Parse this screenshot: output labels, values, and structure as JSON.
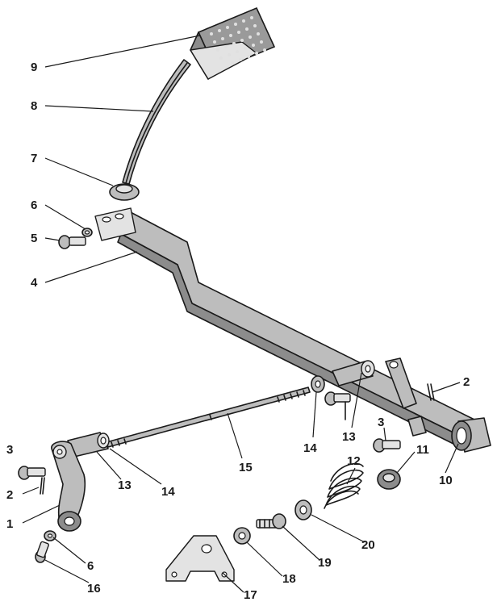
{
  "callouts": [
    {
      "id": "1",
      "text": "1"
    },
    {
      "id": "2a",
      "text": "2"
    },
    {
      "id": "2b",
      "text": "2"
    },
    {
      "id": "3a",
      "text": "3"
    },
    {
      "id": "3b",
      "text": "3"
    },
    {
      "id": "4",
      "text": "4"
    },
    {
      "id": "5",
      "text": "5"
    },
    {
      "id": "6a",
      "text": "6"
    },
    {
      "id": "6b",
      "text": "6"
    },
    {
      "id": "7",
      "text": "7"
    },
    {
      "id": "8",
      "text": "8"
    },
    {
      "id": "9",
      "text": "9"
    },
    {
      "id": "10",
      "text": "10"
    },
    {
      "id": "11",
      "text": "11"
    },
    {
      "id": "12",
      "text": "12"
    },
    {
      "id": "13a",
      "text": "13"
    },
    {
      "id": "13b",
      "text": "13"
    },
    {
      "id": "14a",
      "text": "14"
    },
    {
      "id": "14b",
      "text": "14"
    },
    {
      "id": "15",
      "text": "15"
    },
    {
      "id": "16",
      "text": "16"
    },
    {
      "id": "17",
      "text": "17"
    },
    {
      "id": "18",
      "text": "18"
    },
    {
      "id": "19",
      "text": "19"
    },
    {
      "id": "20",
      "text": "20"
    }
  ]
}
